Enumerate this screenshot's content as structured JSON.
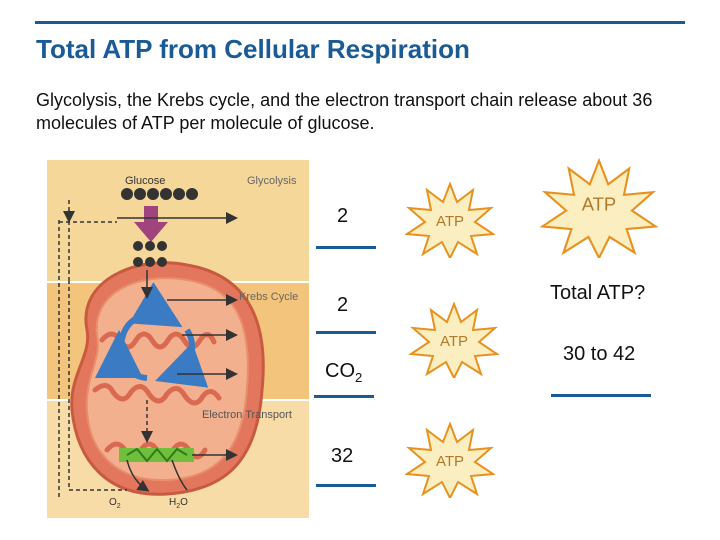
{
  "slide": {
    "title": "Total ATP from Cellular Respiration",
    "subtitle": "Glycolysis, the Krebs cycle, and the electron transport chain release about 36 molecules of ATP per molecule of glucose."
  },
  "diagram": {
    "glucose_label": "Glucose",
    "glycolysis_label": "Glycolysis",
    "krebs_label": "Krebs Cycle",
    "etc_label": "Electron Transport",
    "o2_label": "O",
    "o2_sub": "2",
    "h2o_label_h": "H",
    "h2o_sub": "2",
    "h2o_label_o": "O"
  },
  "rows": [
    {
      "value": "2",
      "burst_label": "ATP"
    },
    {
      "value": "2",
      "burst_label": "ATP"
    },
    {
      "value": "CO",
      "value_sub": "2"
    },
    {
      "value": "32",
      "burst_label": "ATP"
    }
  ],
  "right": {
    "burst_label": "ATP",
    "total_label": "Total ATP?",
    "total_value": "30 to 42"
  },
  "colors": {
    "title_blue": "#1a5a96",
    "glycolysis_band": "#f6d79a",
    "krebs_band": "#f3c57c",
    "etc_band": "#f7dca8",
    "burst_fill": "#fbeec0",
    "burst_stroke": "#e8911f",
    "mitochondrion": "#e3775d"
  }
}
